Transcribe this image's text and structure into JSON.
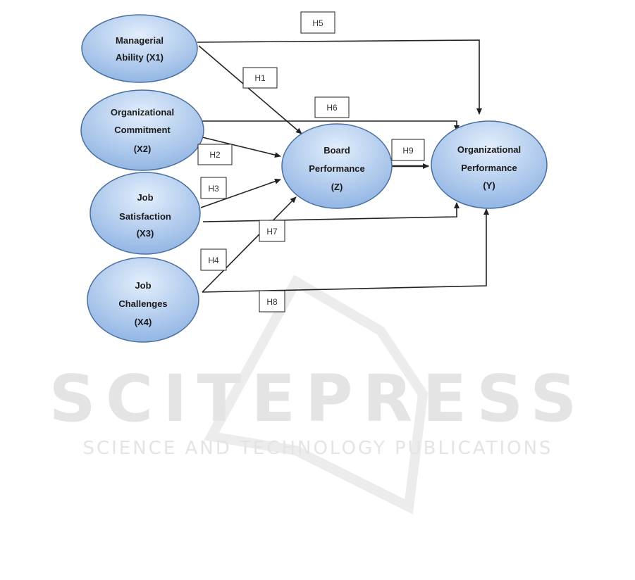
{
  "colors": {
    "node_fill_top": "#dce9fb",
    "node_fill_bottom": "#8fb4e3",
    "node_stroke": "#4a6f9e",
    "edge": "#222222",
    "watermark": "#e4e4e4"
  },
  "watermark": {
    "title": "SCITEPRESS",
    "subtitle": "SCIENCE AND TECHNOLOGY PUBLICATIONS"
  },
  "nodes": {
    "x1": [
      "Managerial",
      "Ability (X1)"
    ],
    "x2": [
      "Organizational",
      "Commitment",
      "(X2)"
    ],
    "x3": [
      "Job",
      "Satisfaction",
      "(X3)"
    ],
    "x4": [
      "Job",
      "Challenges",
      "(X4)"
    ],
    "z": [
      "Board",
      "Performance",
      "(Z)"
    ],
    "y": [
      "Organizational",
      "Performance",
      "(Y)"
    ]
  },
  "hypotheses": {
    "h1": "H1",
    "h2": "H2",
    "h3": "H3",
    "h4": "H4",
    "h5": "H5",
    "h6": "H6",
    "h7": "H7",
    "h8": "H8",
    "h9": "H9"
  }
}
